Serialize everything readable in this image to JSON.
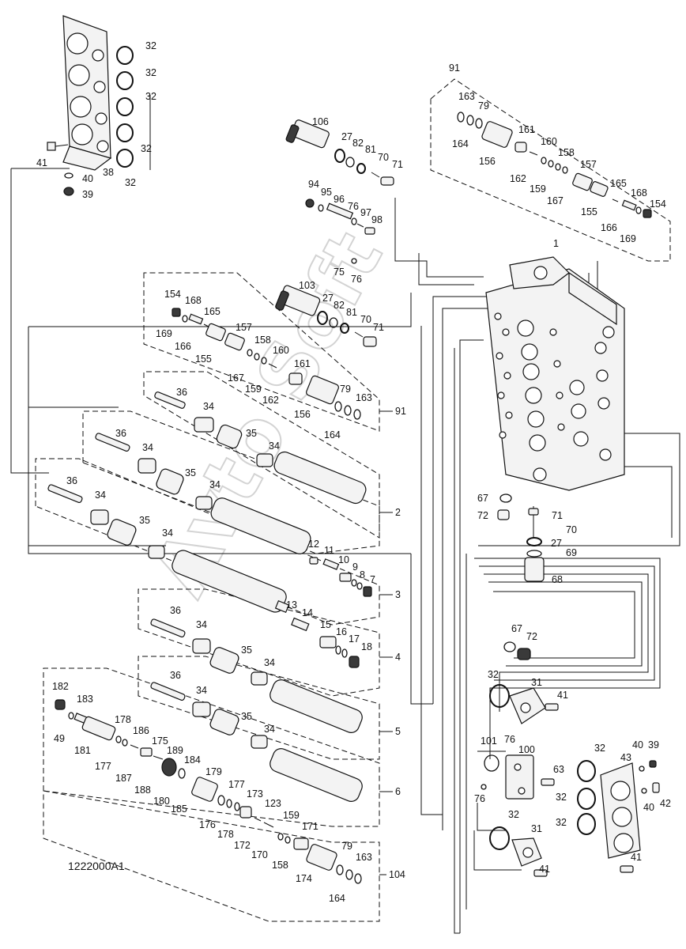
{
  "diagram": {
    "drawing_code": "1222000A1",
    "watermark": "Avto Soft",
    "callouts": {
      "block_seal": [
        "32",
        "32",
        "32",
        "32",
        "32"
      ],
      "block": [
        "41",
        "40",
        "38",
        "39"
      ],
      "top_center": [
        "106",
        "27",
        "82",
        "81",
        "70",
        "71",
        "94",
        "95",
        "96",
        "76",
        "97",
        "98",
        "75",
        "76",
        "103",
        "27",
        "82",
        "81",
        "70",
        "71"
      ],
      "group_91_top": [
        "91",
        "163",
        "79",
        "164",
        "156",
        "161",
        "160",
        "162",
        "158",
        "159",
        "157",
        "167",
        "165",
        "155",
        "168",
        "154",
        "166",
        "169"
      ],
      "body": [
        "1"
      ],
      "group_91_mid": [
        "154",
        "168",
        "165",
        "169",
        "166",
        "157",
        "155",
        "158",
        "160",
        "167",
        "159",
        "162",
        "161",
        "156",
        "79",
        "163",
        "164",
        "91"
      ],
      "spools": [
        "36",
        "34",
        "35",
        "34",
        "2",
        "36",
        "34",
        "35",
        "34",
        "36",
        "34",
        "35",
        "34",
        "3",
        "12",
        "11",
        "10",
        "9",
        "8",
        "7",
        "13",
        "14",
        "15",
        "16",
        "17",
        "18",
        "4",
        "36",
        "34",
        "35",
        "34",
        "5",
        "36",
        "34",
        "35",
        "34",
        "6"
      ],
      "right_parts": [
        "67",
        "72",
        "71",
        "70",
        "27",
        "69",
        "68",
        "67",
        "72",
        "32",
        "31",
        "41",
        "101",
        "76",
        "100",
        "63",
        "76",
        "32",
        "31",
        "41",
        "32",
        "43",
        "40",
        "39",
        "32",
        "40",
        "42",
        "32",
        "41"
      ],
      "group_104": [
        "182",
        "183",
        "49",
        "181",
        "178",
        "186",
        "177",
        "187",
        "175",
        "189",
        "188",
        "184",
        "180",
        "185",
        "179",
        "177",
        "176",
        "178",
        "173",
        "123",
        "172",
        "170",
        "159",
        "158",
        "171",
        "79",
        "163",
        "174",
        "164",
        "104"
      ]
    }
  }
}
